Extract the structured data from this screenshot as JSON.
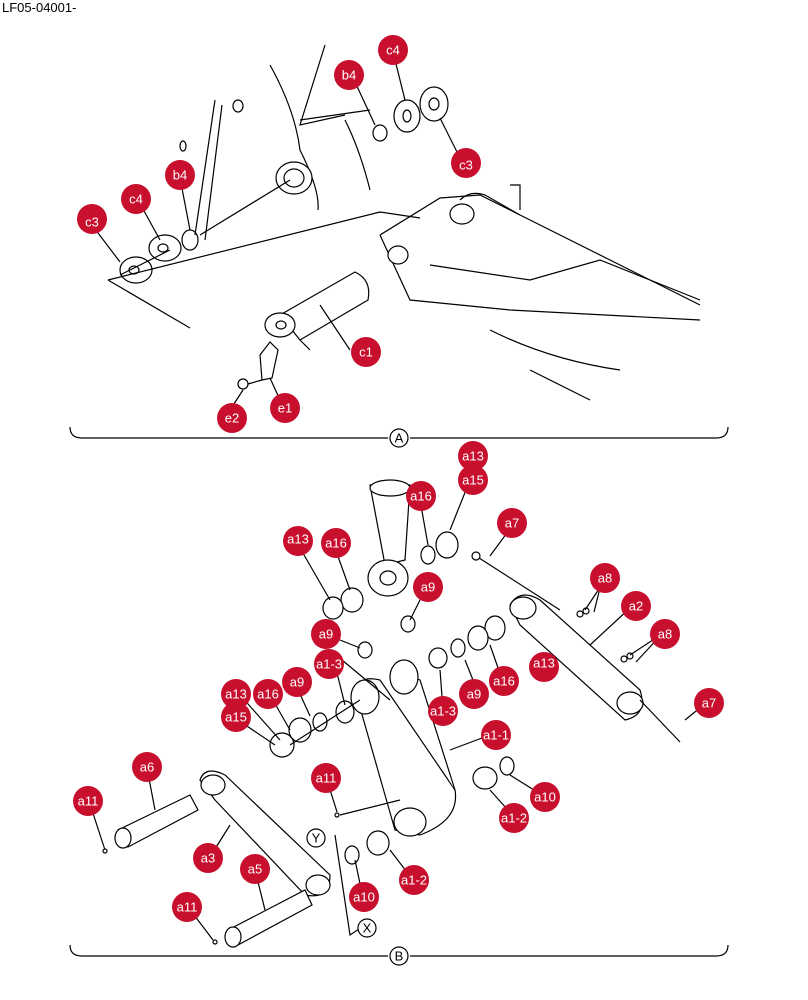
{
  "doc_code": "LF05-04001-",
  "sections": {
    "a": "A",
    "b": "B"
  },
  "views": {
    "x": "X",
    "y": "Y"
  },
  "callouts": {
    "c4_top": "c4",
    "b4_top": "b4",
    "c3_top": "c3",
    "c3_left": "c3",
    "c4_left": "c4",
    "b4_left": "b4",
    "c1": "c1",
    "e1": "e1",
    "e2": "e2",
    "a13_top": "a13",
    "a15_top": "a15",
    "a16_top": "a16",
    "a7_top": "a7",
    "a13_mid": "a13",
    "a16_mid": "a16",
    "a9_mid": "a9",
    "a9_left": "a9",
    "a1_3_left": "a1-3",
    "a8_top": "a8",
    "a2": "a2",
    "a8_right": "a8",
    "a13_right": "a13",
    "a16_right": "a16",
    "a9_right": "a9",
    "a1_3_center": "a1-3",
    "a1_1": "a1-1",
    "a13_left": "a13",
    "a16_left": "a16",
    "a9_left2": "a9",
    "a15_left": "a15",
    "a7_right": "a7",
    "a6": "a6",
    "a11_left": "a11",
    "a11_mid": "a11",
    "a10_right": "a10",
    "a1_2_right": "a1-2",
    "a3": "a3",
    "a5": "a5",
    "a1_2_bottom": "a1-2",
    "a10_bottom": "a10",
    "a11_bottom": "a11"
  },
  "colors": {
    "callout": "#c8102e",
    "line": "#000000"
  }
}
